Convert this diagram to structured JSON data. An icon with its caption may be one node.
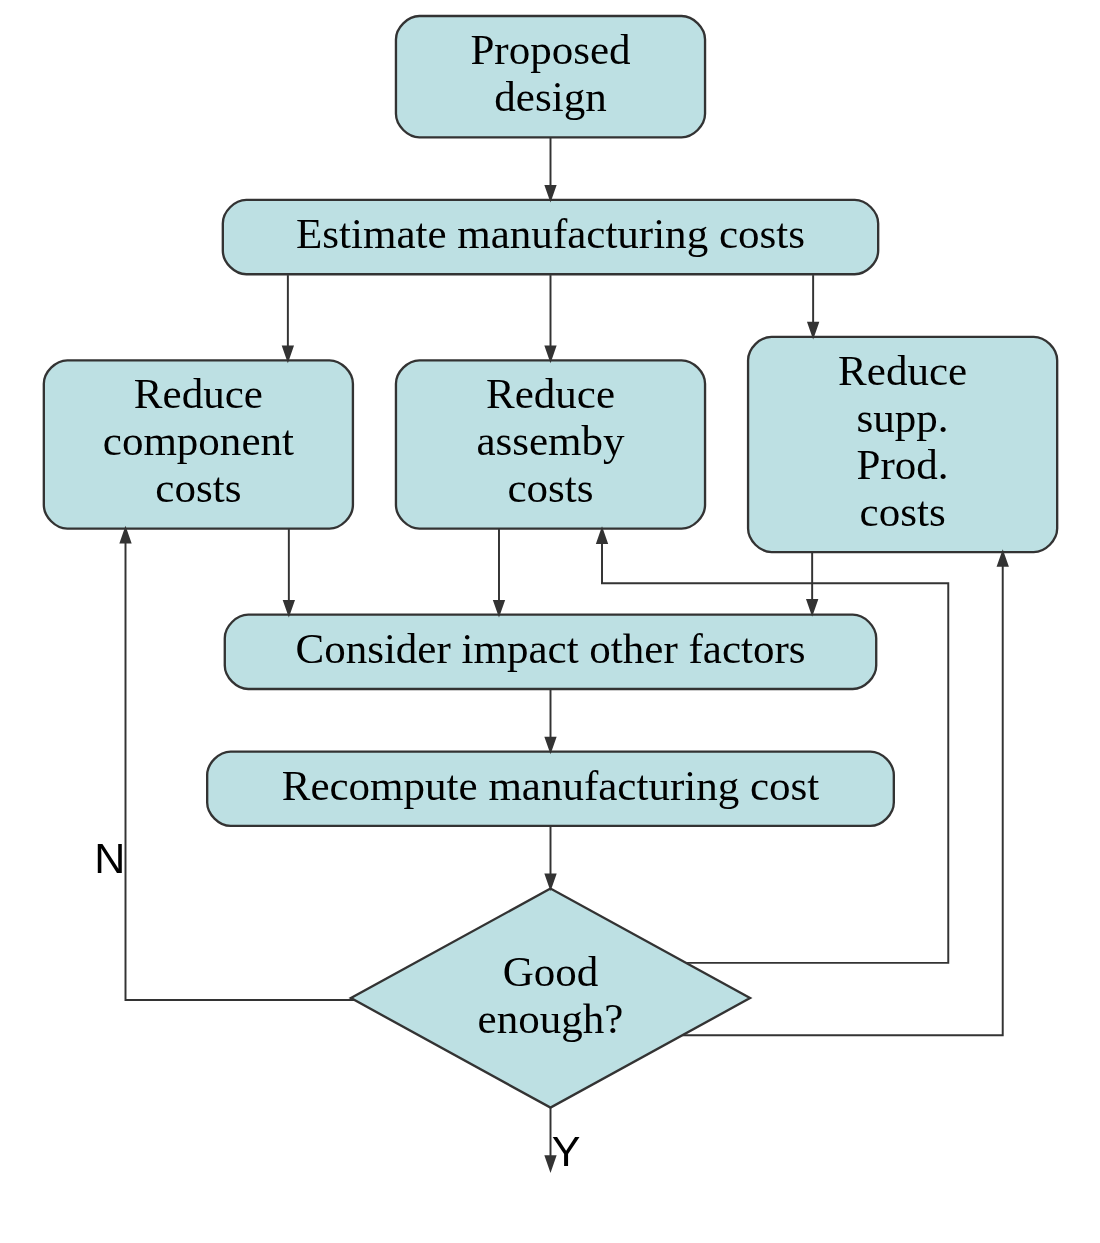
{
  "diagram": {
    "nodes": [
      {
        "text": [
          "Proposed design"
        ]
      },
      {
        "text": [
          "Estimate manufacturing costs"
        ]
      },
      {
        "text": [
          "Reduce component costs"
        ]
      },
      {
        "text": [
          "Reduce assemby costs"
        ]
      },
      {
        "text": [
          "Reduce supp. Prod. costs"
        ]
      },
      {
        "text": [
          "Consider impact other factors"
        ]
      },
      {
        "text": [
          "Recompute manufacturing cost"
        ]
      },
      {
        "text": [
          "Good enough?"
        ]
      }
    ],
    "edges": [
      {
        "from": 0,
        "to": 1,
        "arrow": "to"
      },
      {
        "from": 1,
        "to": 2,
        "arrow": "to"
      },
      {
        "from": 1,
        "to": 3,
        "arrow": "to"
      },
      {
        "from": 1,
        "to": 4,
        "arrow": "to"
      },
      {
        "from": 2,
        "to": 5,
        "arrow": "to"
      },
      {
        "from": 3,
        "to": 5,
        "arrow": "to"
      },
      {
        "from": 4,
        "to": 5,
        "arrow": "to"
      },
      {
        "from": 5,
        "to": 6,
        "arrow": "to"
      },
      {
        "from": 6,
        "to": 7,
        "arrow": "to"
      },
      {
        "from": 7,
        "to": 2,
        "arrow": "to",
        "label": "N"
      },
      {
        "from": 7,
        "to": 3,
        "arrow": "to"
      },
      {
        "from": 7,
        "to": 4,
        "arrow": "to"
      },
      {
        "from": 7,
        "to": null,
        "arrow": "to",
        "label": "Y"
      }
    ]
  }
}
